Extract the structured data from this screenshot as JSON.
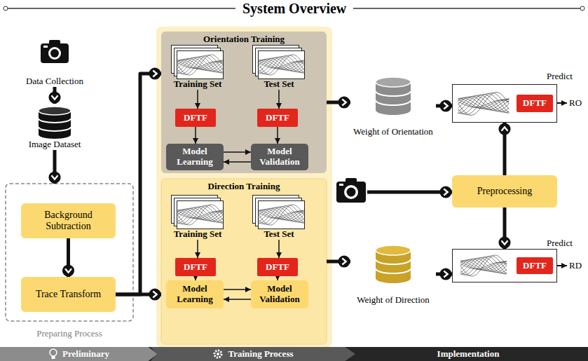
{
  "diagram": {
    "title": "System Overview",
    "nodes": [
      {
        "text": [
          "Data Collection"
        ]
      },
      {
        "text": [
          "Image Dataset"
        ]
      },
      {
        "text": [
          "Preparing Process"
        ]
      },
      {
        "text": [
          "Background Subtraction"
        ],
        "in": 2
      },
      {
        "text": [
          "Trace Transform"
        ],
        "in": 2
      },
      {
        "text": [
          "Orientation Training"
        ]
      },
      {
        "text": [
          "Training Set"
        ],
        "in": 5
      },
      {
        "text": [
          "Test Set"
        ],
        "in": 5
      },
      {
        "text": [
          "DFTF"
        ],
        "in": 5
      },
      {
        "text": [
          "DFTF"
        ],
        "in": 5
      },
      {
        "text": [
          "Model Learning"
        ],
        "in": 5
      },
      {
        "text": [
          "Model Validation"
        ],
        "in": 5
      },
      {
        "text": [
          "Direction Training"
        ]
      },
      {
        "text": [
          "Training Set"
        ],
        "in": 12
      },
      {
        "text": [
          "Test Set"
        ],
        "in": 12
      },
      {
        "text": [
          "DFTF"
        ],
        "in": 12
      },
      {
        "text": [
          "DFTF"
        ],
        "in": 12
      },
      {
        "text": [
          "Model Learning"
        ],
        "in": 12
      },
      {
        "text": [
          "Model Validation"
        ],
        "in": 12
      },
      {
        "text": [
          "Weight of Orientation"
        ]
      },
      {
        "text": [
          "DFTF"
        ]
      },
      {
        "text": [
          "Preprocessing"
        ]
      },
      {
        "text": [
          "Weight of Direction"
        ]
      },
      {
        "text": [
          "DFTF"
        ]
      },
      {
        "text": [
          "Preliminary"
        ]
      },
      {
        "text": [
          "Training Process"
        ]
      },
      {
        "text": [
          "Implementation"
        ]
      }
    ],
    "edges": [
      {
        "from": 0,
        "to": 1,
        "arrow": "to"
      },
      {
        "from": 1,
        "to": 2,
        "arrow": "to"
      },
      {
        "from": 3,
        "to": 4,
        "arrow": "to"
      },
      {
        "from": 4,
        "to": 5,
        "arrow": "to"
      },
      {
        "from": 4,
        "to": 12,
        "arrow": "to"
      },
      {
        "from": 6,
        "to": 8,
        "arrow": "to"
      },
      {
        "from": 7,
        "to": 9,
        "arrow": "to"
      },
      {
        "from": 8,
        "to": 10,
        "arrow": "to"
      },
      {
        "from": 9,
        "to": 11,
        "arrow": "to"
      },
      {
        "from": 10,
        "to": 11,
        "arrow": "to"
      },
      {
        "from": 11,
        "to": 10,
        "arrow": "to"
      },
      {
        "from": 13,
        "to": 15,
        "arrow": "to"
      },
      {
        "from": 14,
        "to": 16,
        "arrow": "to"
      },
      {
        "from": 15,
        "to": 17,
        "arrow": "to"
      },
      {
        "from": 16,
        "to": 18,
        "arrow": "to"
      },
      {
        "from": 17,
        "to": 18,
        "arrow": "to"
      },
      {
        "from": 18,
        "to": 17,
        "arrow": "to"
      },
      {
        "from": 5,
        "to": 19,
        "arrow": "to"
      },
      {
        "from": 19,
        "to": 20,
        "arrow": "to"
      },
      {
        "from": 21,
        "to": 20,
        "arrow": "to"
      },
      {
        "from": 21,
        "to": 23,
        "arrow": "to"
      },
      {
        "from": 12,
        "to": 22,
        "arrow": "to"
      },
      {
        "from": 22,
        "to": 23,
        "arrow": "to"
      }
    ],
    "labels": [
      "Predict",
      "RO",
      "Predict",
      "RD"
    ]
  }
}
